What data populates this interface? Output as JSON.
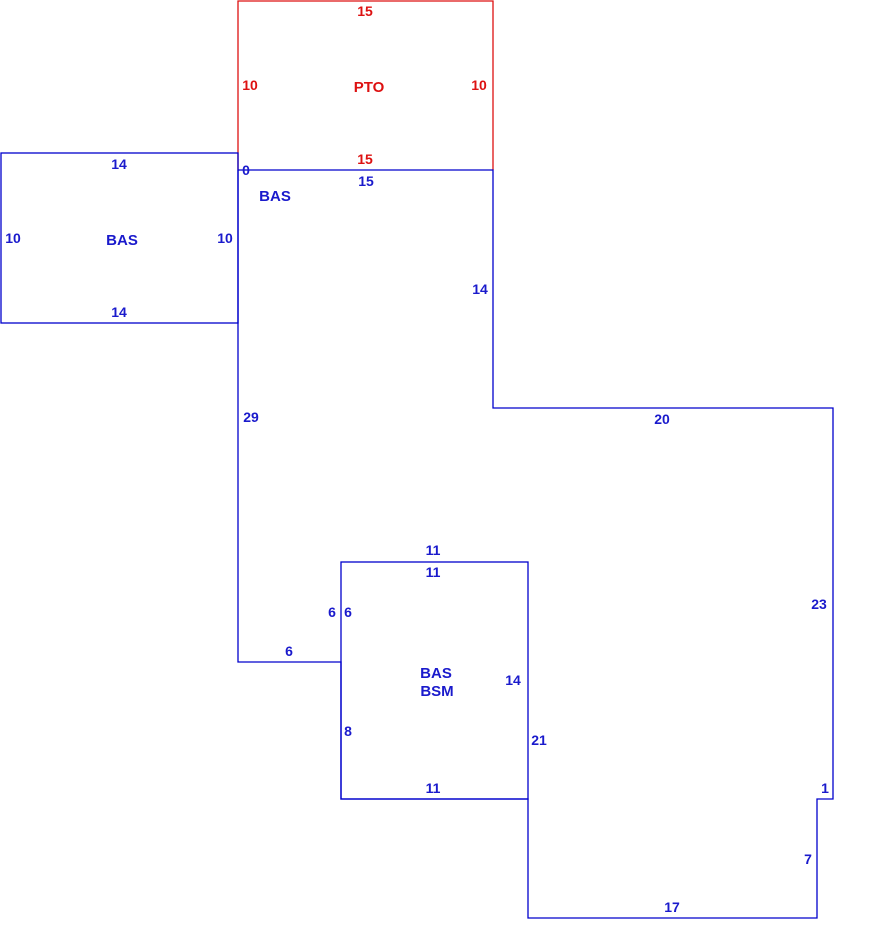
{
  "colors": {
    "area_line": "#0000cc",
    "area_text": "#1a1acc",
    "patio_line": "#dd1111",
    "patio_text": "#dd1111"
  },
  "areas": {
    "pto": {
      "label": "PTO"
    },
    "bas_left": {
      "label": "BAS"
    },
    "bas_main": {
      "label": "BAS"
    },
    "bsm": {
      "label_line1": "BAS",
      "label_line2": "BSM"
    }
  },
  "dimensions": {
    "pto_top": "15",
    "pto_left": "10",
    "pto_right": "10",
    "pto_bottom": "15",
    "bas_left_top": "14",
    "bas_left_left": "10",
    "bas_left_right": "10",
    "bas_left_bottom": "14",
    "main_zero": "0",
    "main_top": "15",
    "main_right_upper": "14",
    "main_step_top": "20",
    "main_left": "29",
    "main_right_long": "23",
    "main_jog": "1",
    "main_right_lower": "7",
    "main_bottom": "17",
    "main_inner_bottom": "6",
    "main_inner_left": "6",
    "main_lower_left": "21",
    "bsm_top_outer": "11",
    "bsm_top_inner": "11",
    "bsm_left_upper": "6",
    "bsm_left_lower": "8",
    "bsm_right": "14",
    "bsm_bottom": "11"
  }
}
